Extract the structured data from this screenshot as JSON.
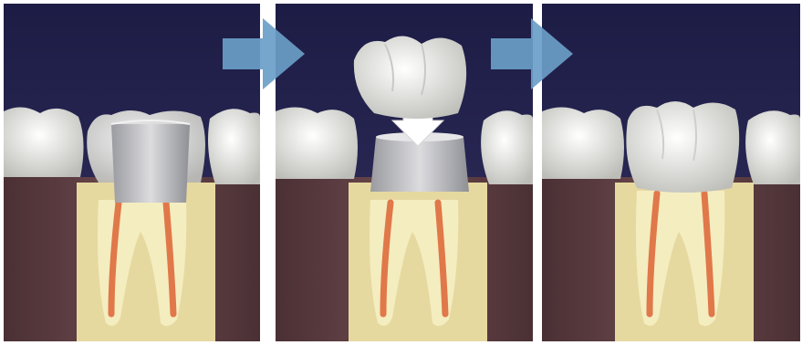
{
  "figure": {
    "panels": [
      {
        "step": "prepared-tooth-with-root-canal"
      },
      {
        "step": "crown-being-placed-on-abutment"
      },
      {
        "step": "crown-seated"
      }
    ],
    "colors": {
      "background_top": "#1e1e48",
      "background_bottom": "#2d2b5a",
      "gum": "#5a3b3f",
      "bone": "#e8dca2",
      "root_dentin": "#f3ecbe",
      "root_canal": "#e0784a",
      "abutment": "#b8b9bd",
      "crown": "#f1f1ef",
      "arrow": "#6a9ec7"
    }
  }
}
